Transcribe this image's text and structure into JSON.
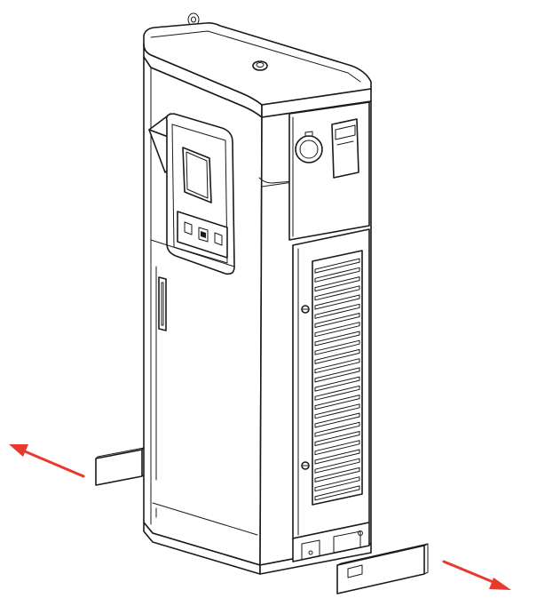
{
  "diagram": {
    "subject": "charging-cabinet-isometric",
    "line_color": "#1a1a1a",
    "background_color": "#ffffff",
    "arrow_color": "#e83a2c",
    "arrows": [
      {
        "direction": "left",
        "meaning": "extend-left-base-plate"
      },
      {
        "direction": "right",
        "meaning": "extend-right-base-plate"
      }
    ],
    "louver_slat_count": 26
  }
}
